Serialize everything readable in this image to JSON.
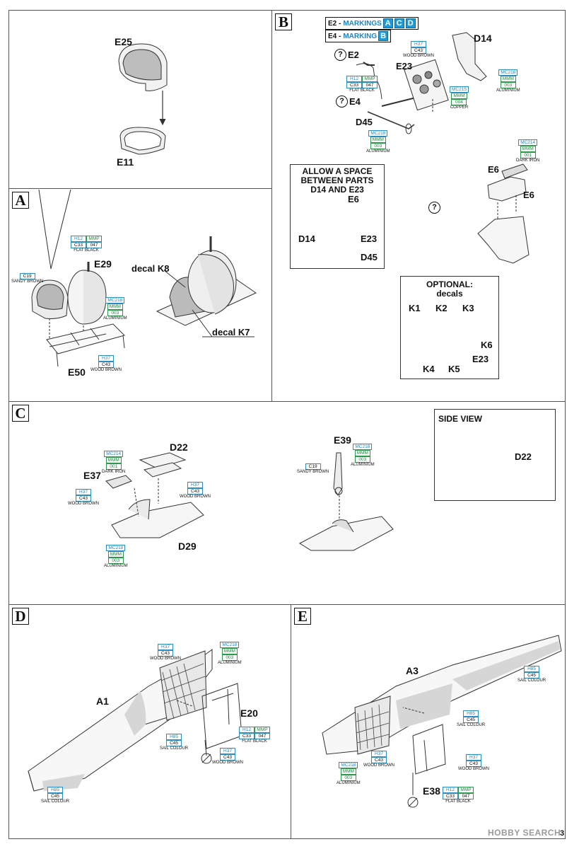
{
  "steps": {
    "A": "A",
    "B": "B",
    "C": "C",
    "D": "D",
    "E": "E"
  },
  "seat_detail": {
    "parts": {
      "e25": "E25",
      "e11": "E11"
    }
  },
  "stepA": {
    "parts": {
      "e29": "E29",
      "e50": "E50"
    },
    "decals": {
      "k8": "decal K8",
      "k7": "decal K7"
    },
    "paints": [
      {
        "codes": [
          "H12",
          "MMP"
        ],
        "codes2": [
          "C33",
          "047"
        ],
        "name": "FLAT BLACK"
      },
      {
        "codes": [
          "C19"
        ],
        "name": "SANDY BROWN"
      },
      {
        "codes": [
          "MC218"
        ],
        "codes2": [
          "MMM"
        ],
        "codes3": [
          "003"
        ],
        "name": "ALUMINIUM"
      },
      {
        "codes": [
          "H37"
        ],
        "codes2": [
          "C43"
        ],
        "name": "WOOD BROWN"
      }
    ]
  },
  "stepB": {
    "markings": [
      {
        "prefix": "E2 - ",
        "label": "MARKINGS",
        "letters": [
          "A",
          "C",
          "D"
        ]
      },
      {
        "prefix": "E4 - ",
        "label": "MARKING",
        "letters": [
          "B"
        ]
      }
    ],
    "parts": {
      "e2": "E2",
      "e4": "E4",
      "e23": "E23",
      "d14": "D14",
      "d45": "D45",
      "e6a": "E6",
      "e6b": "E6"
    },
    "question": "?",
    "paints": [
      {
        "codes": [
          "H37"
        ],
        "codes2": [
          "C43"
        ],
        "name": "WOOD BROWN"
      },
      {
        "codes": [
          "H12",
          "MMP"
        ],
        "codes2": [
          "C33",
          "047"
        ],
        "name": "FLAT BLACK"
      },
      {
        "codes": [
          "MC218"
        ],
        "codes2": [
          "MMM"
        ],
        "codes3": [
          "003"
        ],
        "name": "ALUMINIUM"
      },
      {
        "codes": [
          "MC215"
        ],
        "codes2": [
          "MMM"
        ],
        "codes3": [
          "004"
        ],
        "name": "COPPER"
      },
      {
        "codes": [
          "MC218"
        ],
        "codes2": [
          "MMM"
        ],
        "codes3": [
          "003"
        ],
        "name": "ALUMINIUM"
      },
      {
        "codes": [
          "MC214"
        ],
        "codes2": [
          "MMM"
        ],
        "codes3": [
          "001"
        ],
        "name": "DARK IRON"
      }
    ],
    "space_inset": {
      "title_line1": "ALLOW A SPACE",
      "title_line2": "BETWEEN PARTS",
      "title_line3": "D14 AND E23",
      "parts": {
        "e6": "E6",
        "d14": "D14",
        "e23": "E23",
        "d45": "D45"
      }
    },
    "optional_inset": {
      "title_line1": "OPTIONAL:",
      "title_line2": "decals",
      "parts": {
        "k1": "K1",
        "k2": "K2",
        "k3": "K3",
        "k6": "K6",
        "k4": "K4",
        "k5": "K5",
        "e23": "E23"
      }
    }
  },
  "stepC": {
    "parts": {
      "d22": "D22",
      "e37": "E37",
      "d29": "D29",
      "e39": "E39"
    },
    "side_view": {
      "title": "SIDE VIEW",
      "part": "D22"
    },
    "paints": [
      {
        "codes": [
          "MC214"
        ],
        "codes2": [
          "MMM"
        ],
        "codes3": [
          "001"
        ],
        "name": "DARK IRON"
      },
      {
        "codes": [
          "H37"
        ],
        "codes2": [
          "C43"
        ],
        "name": "WOOD BROWN"
      },
      {
        "codes": [
          "H37"
        ],
        "codes2": [
          "C43"
        ],
        "name": "WOOD BROWN"
      },
      {
        "codes": [
          "MC218"
        ],
        "codes2": [
          "MMM"
        ],
        "codes3": [
          "003"
        ],
        "name": "ALUMINIUM"
      },
      {
        "codes": [
          "C19"
        ],
        "name": "SANDY BROWN"
      },
      {
        "codes": [
          "MC218"
        ],
        "codes2": [
          "MMM"
        ],
        "codes3": [
          "003"
        ],
        "name": "ALUMINIUM"
      }
    ]
  },
  "stepD": {
    "parts": {
      "a1": "A1",
      "e20": "E20"
    },
    "paints": [
      {
        "codes": [
          "H37"
        ],
        "codes2": [
          "C43"
        ],
        "name": "WOOD BROWN"
      },
      {
        "codes": [
          "MC218"
        ],
        "codes2": [
          "MMM"
        ],
        "codes3": [
          "003"
        ],
        "name": "ALUMINIUM"
      },
      {
        "codes": [
          "H85"
        ],
        "codes2": [
          "C45"
        ],
        "name": "SAIL COLOUR"
      },
      {
        "codes": [
          "H12",
          "MMP"
        ],
        "codes2": [
          "C33",
          "047"
        ],
        "name": "FLAT BLACK"
      },
      {
        "codes": [
          "H37"
        ],
        "codes2": [
          "C43"
        ],
        "name": "WOOD BROWN"
      },
      {
        "codes": [
          "H85"
        ],
        "codes2": [
          "C45"
        ],
        "name": "SAIL COLOUR"
      }
    ]
  },
  "stepE": {
    "parts": {
      "a3": "A3",
      "e38": "E38"
    },
    "paints": [
      {
        "codes": [
          "H85"
        ],
        "codes2": [
          "C45"
        ],
        "name": "SAIL COLOUR"
      },
      {
        "codes": [
          "H85"
        ],
        "codes2": [
          "C45"
        ],
        "name": "SAIL COLOUR"
      },
      {
        "codes": [
          "H37"
        ],
        "codes2": [
          "C43"
        ],
        "name": "WOOD BROWN"
      },
      {
        "codes": [
          "H37"
        ],
        "codes2": [
          "C43"
        ],
        "name": "WOOD BROWN"
      },
      {
        "codes": [
          "MC218"
        ],
        "codes2": [
          "MMM"
        ],
        "codes3": [
          "003"
        ],
        "name": "ALUMINIUM"
      },
      {
        "codes": [
          "H12",
          "MMP"
        ],
        "codes2": [
          "C33",
          "047"
        ],
        "name": "FLAT BLACK"
      }
    ]
  },
  "footer": {
    "watermark": "HOBBY SEARCH",
    "page_number": "3"
  },
  "colors": {
    "paint_blue": "#1e85c0",
    "paint_green": "#1c8a3c",
    "marking_blue": "#1e9ad6",
    "sail_grey": "#d6d6d6"
  }
}
